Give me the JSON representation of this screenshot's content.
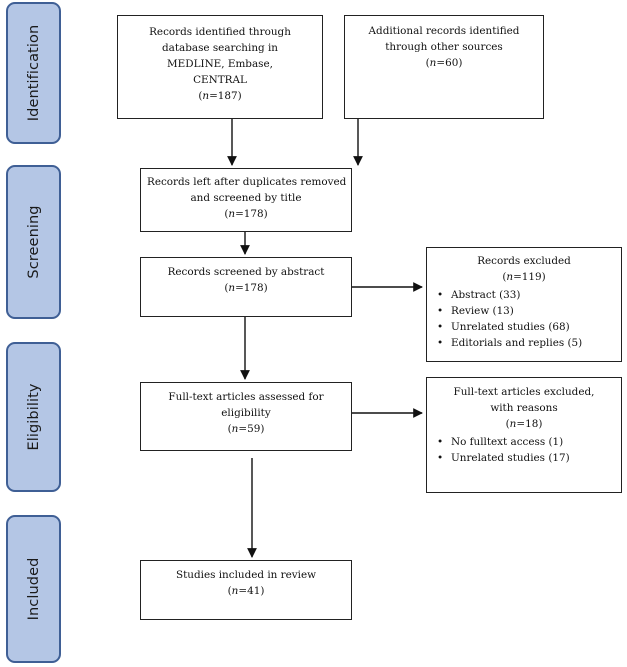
{
  "phases": [
    {
      "key": "identification",
      "label": "Identification"
    },
    {
      "key": "screening",
      "label": "Screening"
    },
    {
      "key": "eligibility",
      "label": "Eligibility"
    },
    {
      "key": "included",
      "label": "Included"
    }
  ],
  "boxes": {
    "db_search": {
      "lines": [
        "Records identified through",
        "database searching in",
        "MEDLINE, Embase,",
        "CENTRAL"
      ],
      "n_var": "n",
      "n_val": "=187"
    },
    "other_sources": {
      "lines": [
        "Additional records identified",
        "through other sources"
      ],
      "n_var": "n",
      "n_val": "=60"
    },
    "dup_removed": {
      "lines": [
        "Records left after duplicates removed",
        "and screened by title"
      ],
      "n_var": "n",
      "n_val": "=178"
    },
    "abstract_screen": {
      "lines": [
        "Records screened by abstract"
      ],
      "n_var": "n",
      "n_val": "=178"
    },
    "records_excluded": {
      "head": "Records excluded",
      "n_var": "n",
      "n_val": "=119",
      "items": [
        "Abstract (33)",
        "Review (13)",
        "Unrelated studies (68)",
        "Editorials and replies (5)"
      ]
    },
    "fulltext": {
      "lines": [
        "Full-text articles assessed for",
        "eligibility"
      ],
      "n_var": "n",
      "n_val": "=59"
    },
    "fulltext_excluded": {
      "head_lines": [
        "Full-text articles excluded,",
        "with reasons"
      ],
      "n_var": "n",
      "n_val": "=18",
      "items": [
        "No fulltext access (1)",
        "Unrelated studies (17)"
      ]
    },
    "included": {
      "lines": [
        "Studies included in review"
      ],
      "n_var": "n",
      "n_val": "=41"
    }
  },
  "colors": {
    "phase_fill": "#b4c6e5",
    "phase_border": "#3f5f95",
    "box_border": "#222222"
  }
}
